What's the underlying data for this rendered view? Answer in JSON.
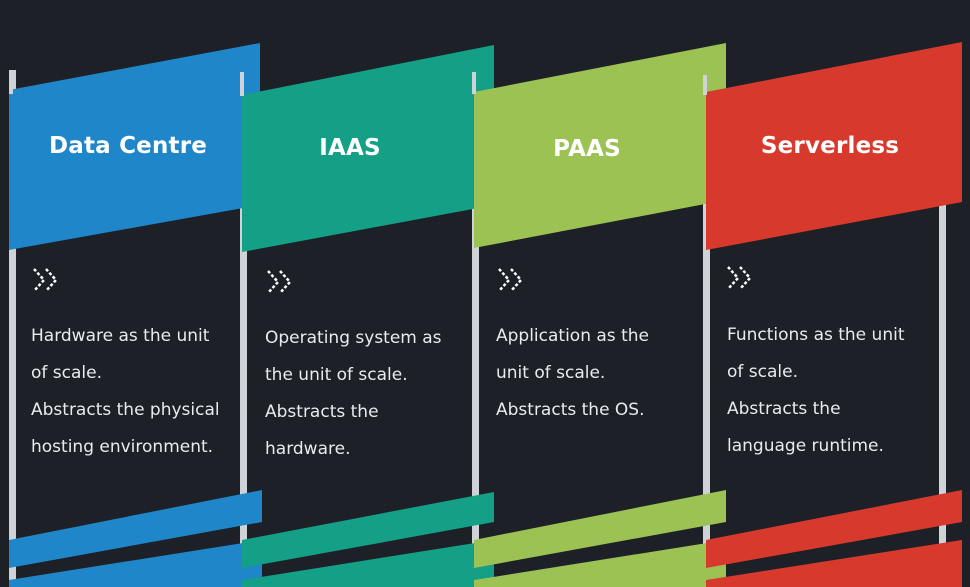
{
  "columns": [
    {
      "title": "Data Centre",
      "color": "#1f86c9",
      "icon": "double-chevron-right-icon",
      "lines": [
        "Hardware as the unit",
        "of scale.",
        "Abstracts the physical",
        "hosting environment."
      ]
    },
    {
      "title": "IAAS",
      "color": "#14a086",
      "icon": "double-chevron-right-icon",
      "lines": [
        "Operating system as",
        "the unit of scale.",
        "Abstracts the",
        "hardware."
      ]
    },
    {
      "title": "PAAS",
      "color": "#9bc253",
      "icon": "double-chevron-right-icon",
      "lines": [
        "Application as the",
        "unit of scale.",
        "Abstracts the OS."
      ]
    },
    {
      "title": "Serverless",
      "color": "#d8392d",
      "icon": "double-chevron-right-icon",
      "lines": [
        "Functions as the unit",
        "of scale.",
        "Abstracts the",
        "language runtime."
      ]
    }
  ],
  "colors": {
    "background": "#1d2127",
    "pole": "#cfd3d8",
    "text": "#e9ebee"
  }
}
